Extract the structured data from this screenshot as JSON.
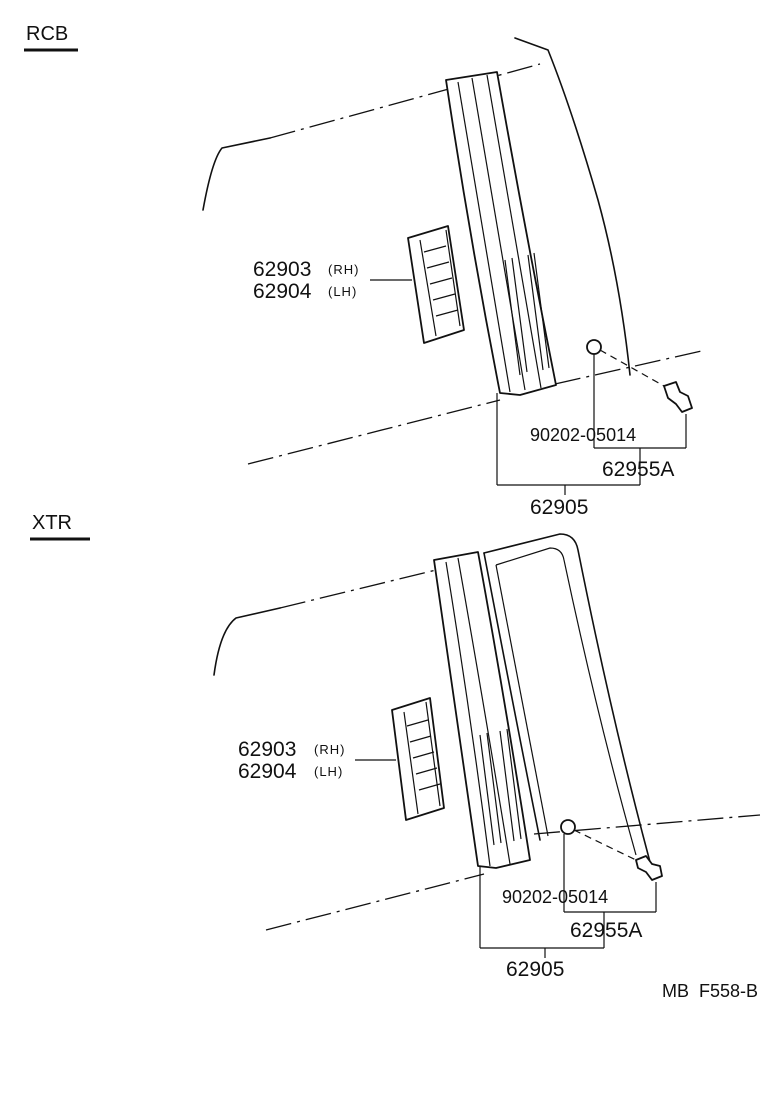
{
  "sections": {
    "rcb": {
      "title": "RCB",
      "vent_rh": "62903",
      "vent_rh_side": "(RH)",
      "vent_lh": "62904",
      "vent_lh_side": "(LH)",
      "nut": "90202-05014",
      "clip_set": "62955A",
      "garnish": "62905"
    },
    "xtr": {
      "title": "XTR",
      "vent_rh": "62903",
      "vent_rh_side": "(RH)",
      "vent_lh": "62904",
      "vent_lh_side": "(LH)",
      "nut": "90202-05014",
      "clip_set": "62955A",
      "garnish": "62905"
    }
  },
  "footer_code": "MB  F558-B"
}
